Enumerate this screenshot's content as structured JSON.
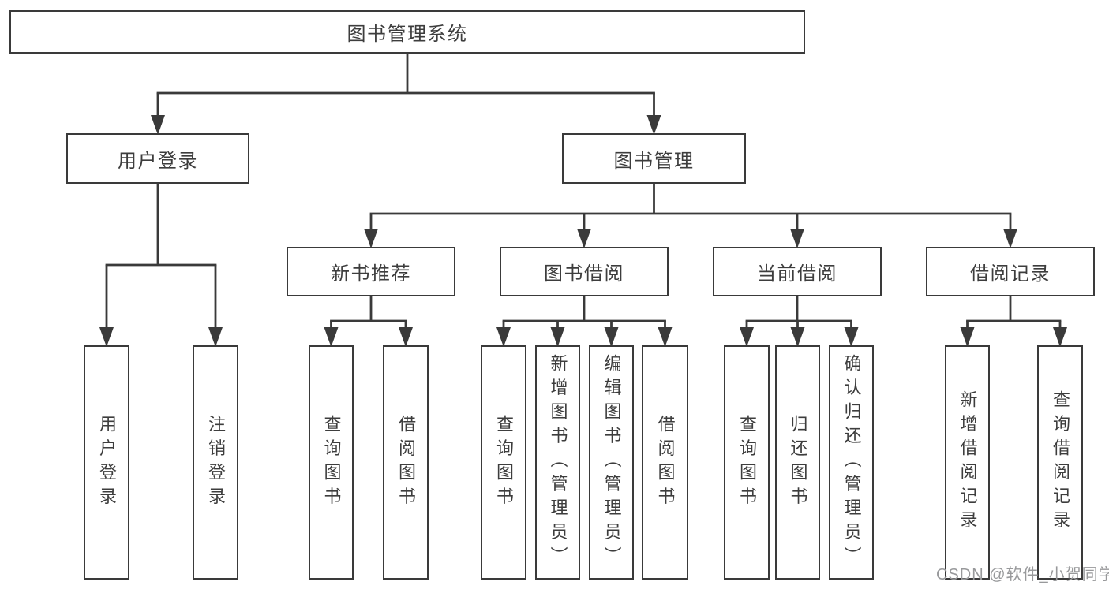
{
  "diagram": {
    "title": "图书管理系统",
    "type": "function-structure-tree",
    "nodes": [
      {
        "id": "root",
        "label": "图书管理系统",
        "level": 1,
        "children": [
          "user-login",
          "book-mgmt"
        ]
      },
      {
        "id": "user-login",
        "label": "用户登录",
        "level": 2,
        "children": [
          "login",
          "logout"
        ]
      },
      {
        "id": "book-mgmt",
        "label": "图书管理",
        "level": 2,
        "children": [
          "new-book-rec",
          "book-borrow",
          "current-borrow",
          "borrow-record"
        ]
      },
      {
        "id": "new-book-rec",
        "label": "新书推荐",
        "level": 3,
        "children": [
          "nbr-query",
          "nbr-borrow"
        ]
      },
      {
        "id": "book-borrow",
        "label": "图书借阅",
        "level": 3,
        "children": [
          "bb-query",
          "bb-add",
          "bb-edit",
          "bb-borrow"
        ]
      },
      {
        "id": "current-borrow",
        "label": "当前借阅",
        "level": 3,
        "children": [
          "cb-query",
          "cb-return",
          "cb-confirm"
        ]
      },
      {
        "id": "borrow-record",
        "label": "借阅记录",
        "level": 3,
        "children": [
          "br-add",
          "br-query"
        ]
      },
      {
        "id": "login",
        "label": "用户登录",
        "level": 4,
        "children": []
      },
      {
        "id": "logout",
        "label": "注销登录",
        "level": 4,
        "children": []
      },
      {
        "id": "nbr-query",
        "label": "查询图书",
        "level": 4,
        "children": []
      },
      {
        "id": "nbr-borrow",
        "label": "借阅图书",
        "level": 4,
        "children": []
      },
      {
        "id": "bb-query",
        "label": "查询图书",
        "level": 4,
        "children": []
      },
      {
        "id": "bb-add",
        "label": "新增图书（管理员）",
        "level": 4,
        "children": []
      },
      {
        "id": "bb-edit",
        "label": "编辑图书（管理员）",
        "level": 4,
        "children": []
      },
      {
        "id": "bb-borrow",
        "label": "借阅图书",
        "level": 4,
        "children": []
      },
      {
        "id": "cb-query",
        "label": "查询图书",
        "level": 4,
        "children": []
      },
      {
        "id": "cb-return",
        "label": "归还图书",
        "level": 4,
        "children": []
      },
      {
        "id": "cb-confirm",
        "label": "确认归还（管理员）",
        "level": 4,
        "children": []
      },
      {
        "id": "br-add",
        "label": "新增借阅记录",
        "level": 4,
        "children": []
      },
      {
        "id": "br-query",
        "label": "查询借阅记录",
        "level": 4,
        "children": []
      }
    ]
  },
  "watermark": {
    "text": "CSDN @软件_小贺同学"
  },
  "colors": {
    "line": "#3a3a3a",
    "text": "#3d3d3d",
    "watermark_gray": "#98999b",
    "background": "#ffffff"
  }
}
